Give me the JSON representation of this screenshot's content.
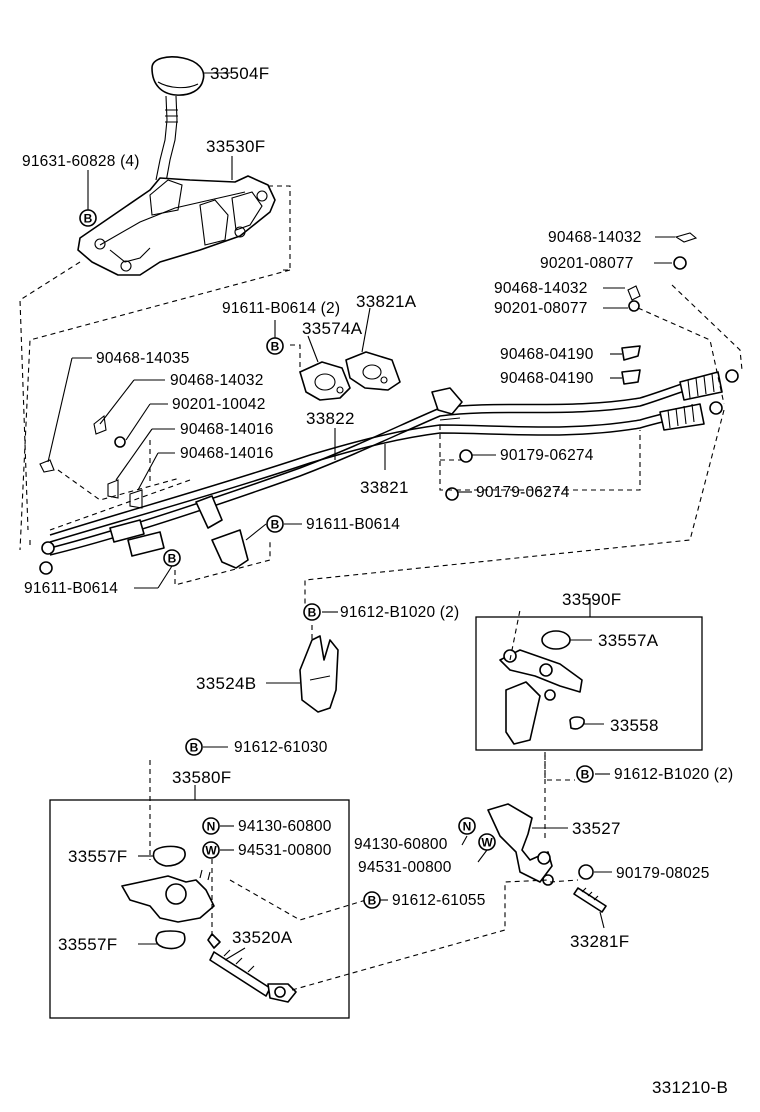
{
  "labels": {
    "knob": "33504F",
    "shift_lever_assy": "33530F",
    "lever_bolt": "91631-60828 (4)",
    "clip_a": "90468-14032",
    "washer_a": "90201-08077",
    "clip_b": "90468-14032",
    "washer_b": "90201-08077",
    "bracket_bolt_2": "91611-B0614 (2)",
    "retainer_a": "33821A",
    "retainer_b": "33574A",
    "clip_left_1": "90468-14035",
    "clip_left_2": "90468-14032",
    "washer_left": "90201-10042",
    "clip_left_3": "90468-14016",
    "clip_left_4": "90468-14016",
    "cable_upper": "33822",
    "cable_lower": "33821",
    "clip_right_1": "90468-04190",
    "clip_right_2": "90468-04190",
    "nut_1": "90179-06274",
    "nut_2": "90179-06274",
    "bolt_mid": "91611-B0614",
    "bolt_left": "91611-B0614",
    "bolt_bracket_2": "91612-B1020 (2)",
    "bracket": "33524B",
    "lever_assy_right": "33590F",
    "bushing_right": "33557A",
    "bushing_right_2": "33558",
    "bolt_right_2": "91612-B1020 (2)",
    "bolt_bottom_1": "91612-61030",
    "lever_assy_bottom": "33580F",
    "nut_n_1": "94130-60800",
    "washer_w_1": "94531-00800",
    "bushing_bottom_1": "33557F",
    "bushing_bottom_2": "33557F",
    "rod": "33520A",
    "bolt_bottom_2": "91612-61055",
    "lever_bottom_right": "33527",
    "nut_n_2": "94130-60800",
    "washer_w_2": "94531-00800",
    "nut_bottom_right": "90179-08025",
    "pin": "33281F",
    "diagram_code": "331210-B"
  },
  "markers": {
    "b": "B",
    "n": "N",
    "w": "W"
  }
}
